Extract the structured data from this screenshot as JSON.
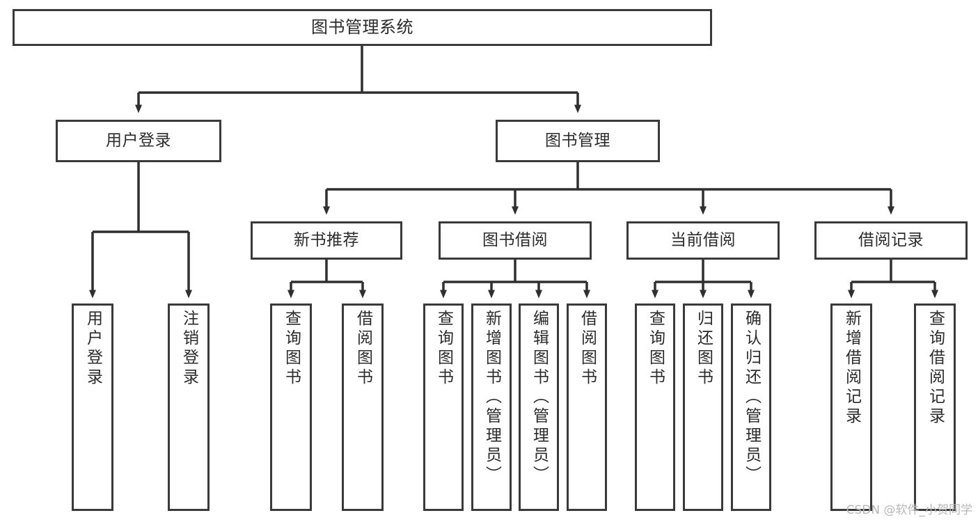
{
  "diagram": {
    "title": "图书管理系统",
    "type": "tree",
    "watermark": "CSDN @软件_小贺同学",
    "colors": {
      "background": "#ffffff",
      "node_border": "#3a3a3a",
      "node_fill": "#ffffff",
      "text": "#2b2b2b",
      "connector": "#2f2f2f",
      "watermark": "#b7b7b7"
    },
    "nodes": {
      "root": {
        "label": "图书管理系统"
      },
      "level1": [
        {
          "label": "用户登录"
        },
        {
          "label": "图书管理"
        }
      ],
      "level2": [
        {
          "label": "新书推荐"
        },
        {
          "label": "图书借阅"
        },
        {
          "label": "当前借阅"
        },
        {
          "label": "借阅记录"
        }
      ],
      "leaves": {
        "user_login": [
          {
            "label": "用户登录"
          },
          {
            "label": "注销登录"
          }
        ],
        "new_book_recommend": [
          {
            "label": "查询图书"
          },
          {
            "label": "借阅图书"
          }
        ],
        "book_borrow": [
          {
            "label": "查询图书"
          },
          {
            "label": "新增图书（管理员）"
          },
          {
            "label": "编辑图书（管理员）"
          },
          {
            "label": "借阅图书"
          }
        ],
        "current_borrow": [
          {
            "label": "查询图书"
          },
          {
            "label": "归还图书"
          },
          {
            "label": "确认归还（管理员）"
          }
        ],
        "borrow_record": [
          {
            "label": "新增借阅记录"
          },
          {
            "label": "查询借阅记录"
          }
        ]
      }
    }
  }
}
